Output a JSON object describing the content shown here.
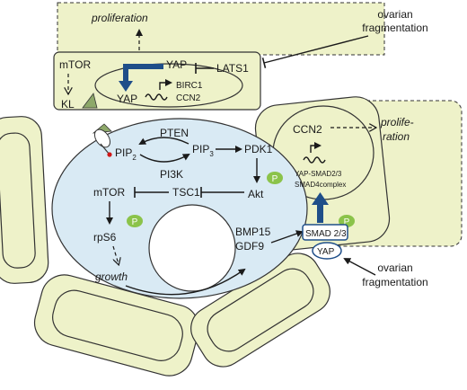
{
  "labels": {
    "proliferation_top": "proliferation",
    "ovarian_top": [
      "ovarian",
      "fragmentation"
    ],
    "yap_top": "YAP",
    "lats1": "LATS1",
    "mtor_top": "mTOR",
    "kl": "KL",
    "yap_nucleus": "YAP",
    "birc1": "BIRC1",
    "ccn2_top": "CCN2",
    "pten": "PTEN",
    "pip2": "PIP",
    "pip2_sub": "2",
    "pip3": "PIP",
    "pip3_sub": "3",
    "pdk1": "PDK1",
    "pi3k": "PI3K",
    "akt": "Akt",
    "p": "P",
    "tsc1": "TSC1",
    "mtor_mid": "mTOR",
    "rps6": "rpS6",
    "growth": "growth",
    "bmp15": "BMP15",
    "gdf9": "GDF9",
    "ccn2_right": "CCN2",
    "proliferation_right": [
      "prolife-",
      "ration"
    ],
    "yap_smad": "YAP-SMAD2/3",
    "smad4complex": "SMAD4complex",
    "smad23": "SMAD 2/3",
    "yap_bottom": "YAP",
    "ovarian_bottom": [
      "ovarian",
      "fragmentation"
    ]
  },
  "colors": {
    "cell_fill": "#eef2c9",
    "oocyte_fill": "#d9eaf4",
    "arrow_blue": "#1f4e89",
    "phospho_green": "#8bc34a",
    "receptor_green": "#8da869",
    "kit_red": "#d01818"
  }
}
